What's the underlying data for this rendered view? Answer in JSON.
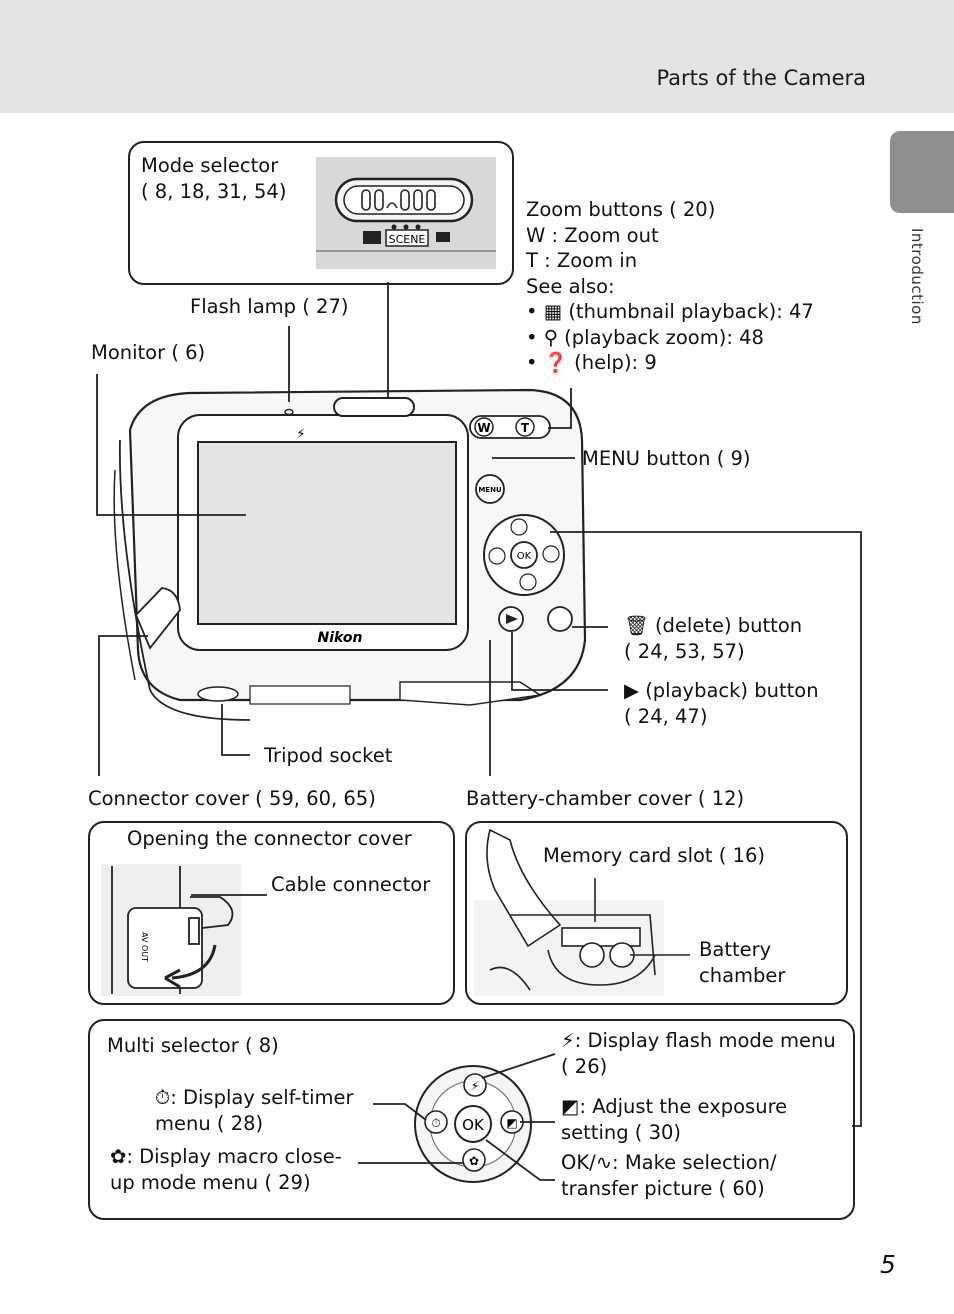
{
  "header": {
    "title": "Parts of the Camera"
  },
  "side_tab": {
    "label": "Introduction"
  },
  "page_number": "5",
  "labels": {
    "mode_selector": [
      "Mode selector",
      "( 8, 18, 31, 54)"
    ],
    "flash_lamp": "Flash lamp ( 27)",
    "monitor": "Monitor ( 6)",
    "zoom": {
      "title": "Zoom buttons ( 20)",
      "w": "W : Zoom out",
      "t": "T  : Zoom in",
      "see_also": "See also:",
      "bullet1": "• ▦ (thumbnail playback):  47",
      "bullet2": "• ⚲ (playback zoom):  48",
      "bullet3": "• ❓ (help):  9"
    },
    "menu_button": "MENU button ( 9)",
    "delete_button": [
      "🗑 (delete) button",
      "( 24, 53, 57)"
    ],
    "playback_button": [
      "▶ (playback) button",
      "( 24, 47)"
    ],
    "tripod_socket": "Tripod socket",
    "connector_cover": "Connector cover ( 59, 60, 65)",
    "battery_cover": "Battery-chamber cover ( 12)"
  },
  "connector_panel": {
    "title": "Opening the connector cover",
    "cable_connector": "Cable connector"
  },
  "battery_panel": {
    "memory_card_slot": "Memory card slot ( 16)",
    "battery_chamber": [
      "Battery",
      "chamber"
    ]
  },
  "multi_panel": {
    "title": "Multi selector ( 8)",
    "self_timer": [
      "⏱: Display self-timer",
      "menu ( 28)"
    ],
    "macro": [
      "✿: Display macro close-",
      "up mode menu ( 29)"
    ],
    "flash": [
      "⚡: Display flash mode menu",
      "( 26)"
    ],
    "exposure": [
      "◩: Adjust the exposure",
      "setting ( 30)"
    ],
    "ok": [
      "OK/∿: Make selection/",
      "transfer picture ( 60)"
    ]
  },
  "camera": {
    "brand": "Nikon",
    "ok_label": "OK",
    "menu_label": "MENU"
  }
}
